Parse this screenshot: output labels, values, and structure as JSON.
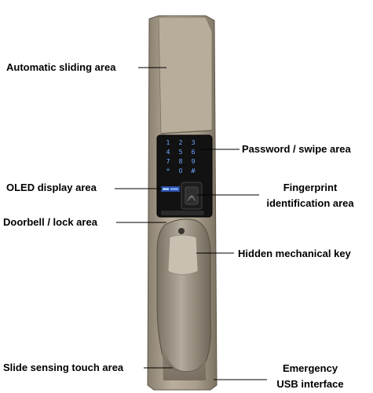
{
  "labels": {
    "auto_slide": "Automatic sliding area",
    "password": "Password / swipe area",
    "oled": "OLED display area",
    "fingerprint_line1": "Fingerprint",
    "fingerprint_line2": "identification area",
    "doorbell": "Doorbell / lock area",
    "hidden_key": "Hidden mechanical key",
    "slide_touch": "Slide sensing touch area",
    "usb_line1": "Emergency",
    "usb_line2": "USB interface"
  },
  "keypad": {
    "keys": [
      "1",
      "2",
      "3",
      "4",
      "5",
      "6",
      "7",
      "8",
      "9",
      "*",
      "0",
      "#"
    ]
  },
  "colors": {
    "body_light": "#b3a896",
    "body_dark": "#7d7363",
    "panel_black": "#121212",
    "key_glow": "#6fa8ff",
    "handle": "#a49c8c",
    "leader": "#000000"
  }
}
